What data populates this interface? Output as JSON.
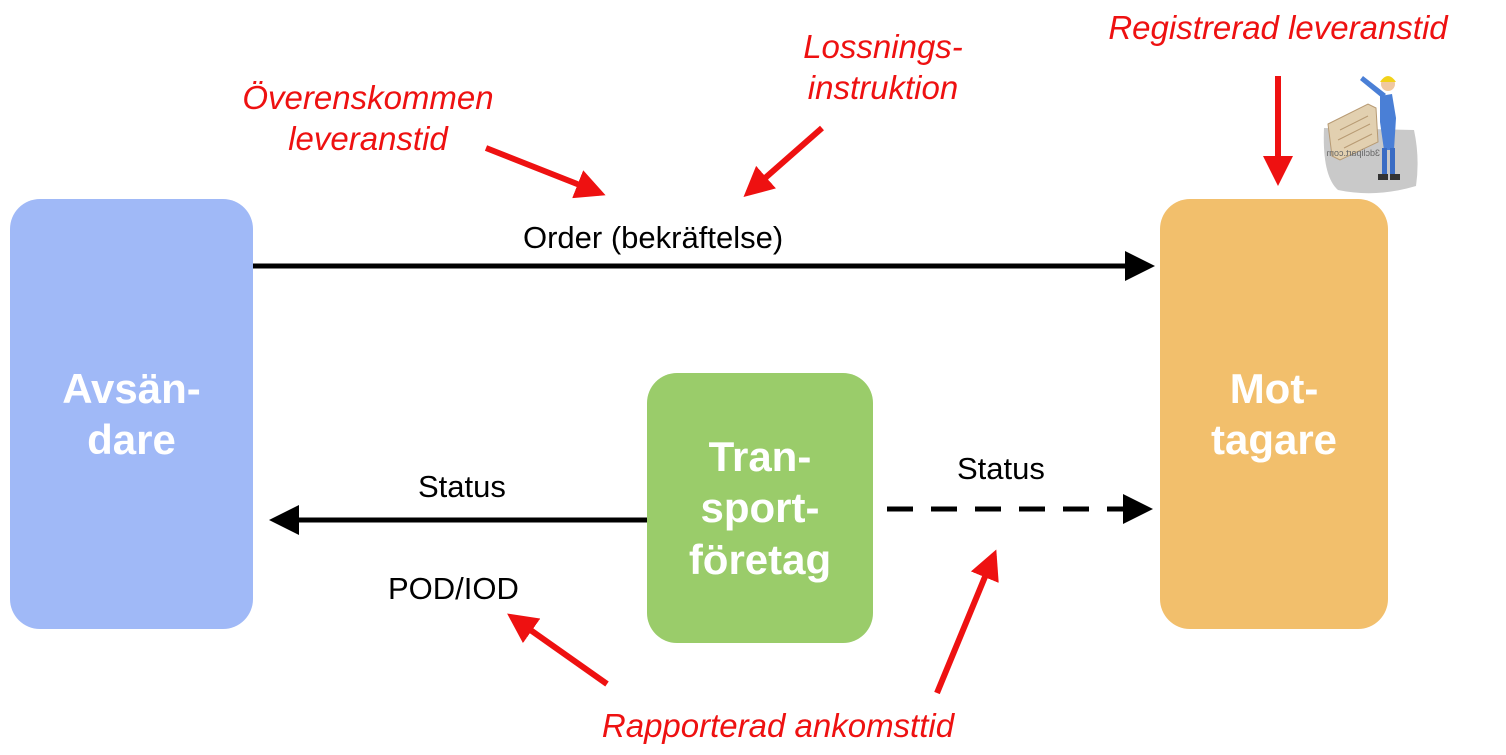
{
  "boxes": {
    "sender": "Avsän-\ndare",
    "transport": "Tran-\nsport-\nföretag",
    "receiver": "Mot-\ntagare"
  },
  "flows": {
    "order": "Order (bekräftelse)",
    "status_left": "Status",
    "status_right": "Status",
    "pod": "POD/IOD"
  },
  "notes": {
    "agreed_time": "Överenskommen\nleveranstid",
    "unloading": "Lossnings-\ninstruktion",
    "registered_time": "Registrerad leveranstid",
    "reported_arrival": "Rapporterad ankomsttid"
  },
  "clipart": {
    "caption": "3dclipart.com"
  },
  "colors": {
    "sender": "#a0b9f7",
    "transport": "#9acc6a",
    "receiver": "#f2bf6c",
    "annotation": "#ee1111",
    "flow_arrow": "#000000"
  }
}
